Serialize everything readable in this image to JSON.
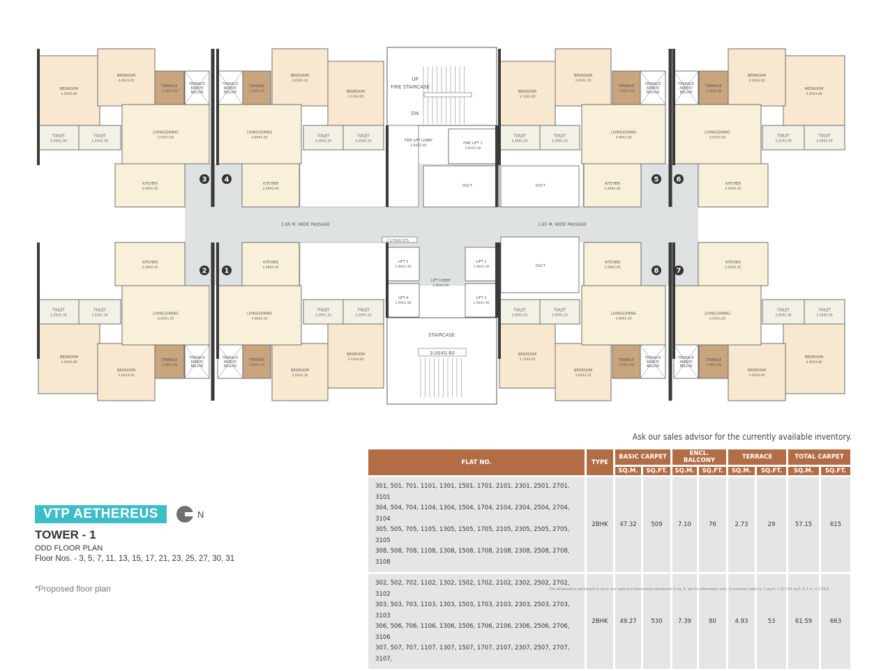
{
  "plan": {
    "types": {
      "outer": [
        {
          "name": "BEDROOM",
          "dim": "3.40X3.80",
          "kind": "bed"
        },
        {
          "name": "BEDROOM",
          "dim": "3.05X3.65",
          "kind": "bed"
        },
        {
          "name": "TERRACE",
          "dim": "1.56X1.82",
          "kind": "terrace"
        },
        {
          "name": "TERRACE ABOVE/ BELOW",
          "dim": "",
          "kind": "open"
        },
        {
          "name": "TOILET",
          "dim": "2.35X1.30",
          "kind": "toilet"
        },
        {
          "name": "TOILET",
          "dim": "2.25X1.30",
          "kind": "toilet"
        },
        {
          "name": "LIVING/DINING",
          "dim": "5.05X3.20",
          "kind": "living"
        },
        {
          "name": "KITCHEN",
          "dim": "2.40X2.45",
          "kind": "kitchen"
        }
      ],
      "inner": [
        {
          "name": "TERRACE ABOVE/ BELOW",
          "dim": "",
          "kind": "open"
        },
        {
          "name": "TERRACE",
          "dim": "1.56X1.82",
          "kind": "terrace"
        },
        {
          "name": "BEDROOM",
          "dim": "3.05X3.35",
          "kind": "bed"
        },
        {
          "name": "BEDROOM",
          "dim": "3.13X3.65",
          "kind": "bed"
        },
        {
          "name": "TOILET",
          "dim": "2.20X1.25",
          "kind": "toilet"
        },
        {
          "name": "TOILET",
          "dim": "2.20X1.25",
          "kind": "toilet"
        },
        {
          "name": "LIVING/DINING",
          "dim": "4.66X3.20",
          "kind": "living"
        },
        {
          "name": "KITCHEN",
          "dim": "2.28X2.45",
          "kind": "kitchen"
        }
      ]
    },
    "flats": [
      {
        "number": "3",
        "type": "outer"
      },
      {
        "number": "4",
        "type": "inner"
      },
      {
        "number": "5",
        "type": "inner"
      },
      {
        "number": "6",
        "type": "outer"
      },
      {
        "number": "2",
        "type": "outer"
      },
      {
        "number": "1",
        "type": "inner"
      },
      {
        "number": "8",
        "type": "inner"
      },
      {
        "number": "7",
        "type": "outer"
      }
    ],
    "core": {
      "fire_staircase_up": "UP",
      "fire_staircase": "FIRE STAIRCASE",
      "fire_staircase_dn": "DN",
      "fire_lift_lobby": "FIRE LIFT LOBBY",
      "fire_lift_lobby_dim": "3.80X2.85",
      "fire_lift": "FIRE LIFT 1",
      "fire_lift_dim": "2.85X2.00",
      "duct": "DUCT",
      "passage": "1.65 M. WIDE PASSAGE",
      "shaft_dim": "2.175X0.375",
      "lift5": "LIFT 5",
      "lift4": "LIFT 4",
      "lift2": "LIFT 2",
      "lift3": "LIFT 3",
      "lift_dim": "1.90X1.90",
      "lift_lobby": "LIFT LOBBY",
      "lift_lobby_dim": "2.90X4.90",
      "staircase": "STAIRCASE",
      "staircase_dim": "3.00X0.60"
    },
    "colors": {
      "flat": "#f8f0d8",
      "bedroom": "#f8e8cf",
      "terrace": "#c9a57d",
      "passage": "#dfe2e3",
      "wall": "#3a3a3a"
    }
  },
  "note": "Ask our sales advisor for the currently available inventory.",
  "table": {
    "headers": {
      "flat_no": "FLAT NO.",
      "type": "TYPE",
      "basic": "BASIC CARPET",
      "balcony": "ENCL. BALCONY",
      "terrace": "TERRACE",
      "total": "TOTAL CARPET",
      "sqm": "SQ.M.",
      "sqft": "SQ.FT."
    },
    "rows": [
      {
        "flats": [
          "301, 501, 701, 1101, 1301, 1501, 1701, 2101, 2301, 2501, 2701, 3101",
          "304, 504, 704, 1104, 1304, 1504, 1704, 2104, 2304, 2504, 2704, 3104",
          "305, 505, 705, 1105, 1305, 1505, 1705, 2105, 2305, 2505, 2705, 3105",
          "308, 508, 708, 1108, 1308, 1508, 1708, 2108, 2308, 2508, 2708, 3108"
        ],
        "type": "2BHK",
        "basic_sqm": "47.32",
        "basic_sqft": "509",
        "balcony_sqm": "7.10",
        "balcony_sqft": "76",
        "terrace_sqm": "2.73",
        "terrace_sqft": "29",
        "total_sqm": "57.15",
        "total_sqft": "615"
      },
      {
        "flats": [
          "302, 502, 702, 1102, 1302, 1502, 1702, 2102, 2302, 2502, 2702, 3102",
          "303, 503, 703, 1103, 1303, 1503, 1703, 2103, 2303, 2503, 2703, 3103",
          "306, 506, 706, 1106, 1306, 1506, 1706, 2106, 2306, 2506, 2706, 3106",
          "307, 507, 707, 1107, 1307, 1507, 1707, 2107, 2307, 2507, 2707, 3107,"
        ],
        "type": "2BHK",
        "basic_sqm": "49.27",
        "basic_sqft": "530",
        "balcony_sqm": "7.39",
        "balcony_sqft": "80",
        "terrace_sqm": "4.93",
        "terrace_sqft": "53",
        "total_sqm": "61.59",
        "total_sqft": "663"
      }
    ]
  },
  "title": {
    "brand": "VTP AETHEREUS",
    "north": "N",
    "tower": "TOWER - 1",
    "plan_type": "ODD FLOOR PLAN",
    "floors": "Floor Nos. - 3, 5, 7, 11, 13, 15, 17, 21, 23, 25, 27, 30, 31",
    "proposed": "*Proposed floor plan"
  },
  "footnote": "The dimensions mentioned in sq.m. are valid and dimensions mentioned in sq. ft. are for information only. Conversion table is: 1 sq.m. = 10.764 sq.ft. & 1 m. = 3.28 ft"
}
